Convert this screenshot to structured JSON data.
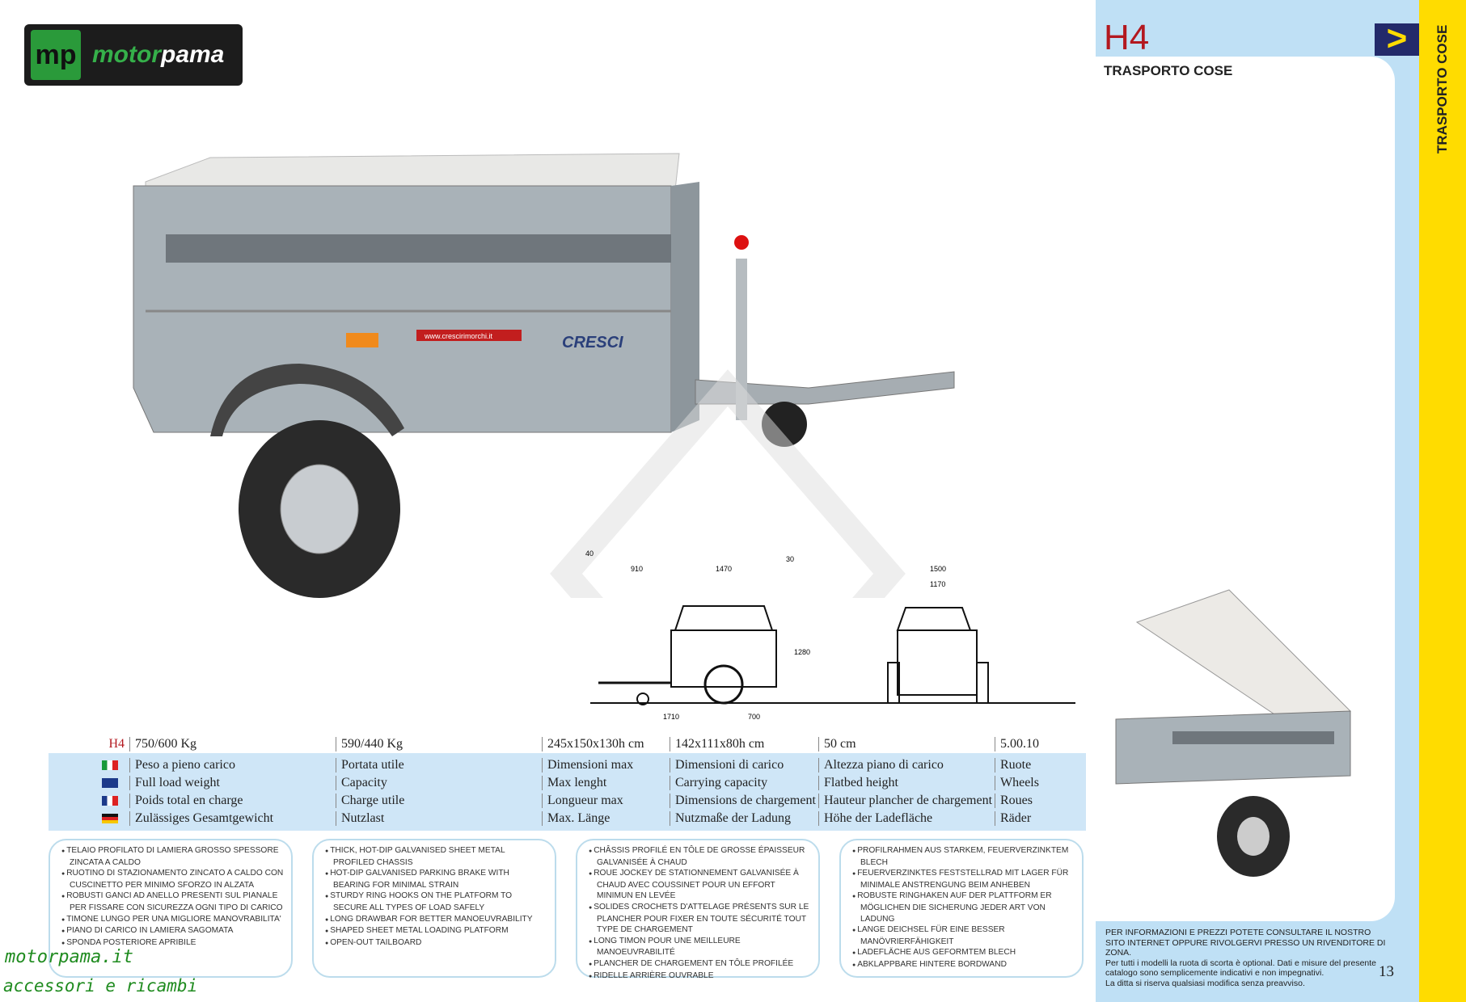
{
  "logo": {
    "text_a": "motor",
    "text_b": "pama"
  },
  "header": {
    "model": "H4",
    "category": "TRASPORTO COSE",
    "side_tab": "TRASPORTO COSE",
    "arrow": ">"
  },
  "photo": {
    "plate": "www.crescirimorchi.it",
    "brand": "CRESCI"
  },
  "drawing": {
    "dims": [
      "40",
      "910",
      "1470",
      "30",
      "1280",
      "1710",
      "700",
      "1500",
      "1170"
    ]
  },
  "spec": {
    "model": "H4",
    "values": [
      "750/600 Kg",
      "590/440 Kg",
      "245x150x130h cm",
      "142x111x80h cm",
      "50 cm",
      "5.00.10"
    ],
    "rows": [
      {
        "lang": "it",
        "cells": [
          "Peso a pieno carico",
          "Portata utile",
          "Dimensioni max",
          "Dimensioni di carico",
          "Altezza piano di carico",
          "Ruote"
        ]
      },
      {
        "lang": "en",
        "cells": [
          "Full load weight",
          "Capacity",
          "Max lenght",
          "Carrying capacity",
          "Flatbed height",
          "Wheels"
        ]
      },
      {
        "lang": "fr",
        "cells": [
          "Poids total en charge",
          "Charge utile",
          "Longueur max",
          "Dimensions de chargement",
          "Hauteur plancher de chargement",
          "Roues"
        ]
      },
      {
        "lang": "de",
        "cells": [
          "Zulässiges Gesamtgewicht",
          "Nutzlast",
          "Max. Länge",
          "Nutzmaße der Ladung",
          "Höhe der Ladefläche",
          "Räder"
        ]
      }
    ]
  },
  "features": [
    [
      "TELAIO PROFILATO DI LAMIERA GROSSO SPESSORE ZINCATA A CALDO",
      "RUOTINO DI STAZIONAMENTO ZINCATO A CALDO CON CUSCINETTO PER MINIMO SFORZO IN ALZATA",
      "ROBUSTI GANCI AD ANELLO PRESENTI SUL PIANALE PER FISSARE CON SICUREZZA OGNI TIPO DI CARICO",
      "TIMONE LUNGO PER UNA MIGLIORE MANOVRABILITA'",
      "PIANO DI CARICO IN LAMIERA SAGOMATA",
      "SPONDA POSTERIORE APRIBILE"
    ],
    [
      "THICK, HOT-DIP GALVANISED SHEET METAL PROFILED CHASSIS",
      "HOT-DIP GALVANISED PARKING BRAKE WITH BEARING FOR MINIMAL STRAIN",
      "STURDY RING HOOKS ON THE PLATFORM TO SECURE ALL TYPES OF LOAD SAFELY",
      "LONG DRAWBAR FOR BETTER MANOEUVRABILITY",
      "SHAPED SHEET METAL LOADING PLATFORM",
      "OPEN-OUT TAILBOARD"
    ],
    [
      "CHÂSSIS PROFILÉ EN TÔLE DE GROSSE ÉPAISSEUR GALVANISÉE À CHAUD",
      "ROUE JOCKEY DE STATIONNEMENT GALVANISÉE À CHAUD AVEC COUSSINET POUR UN EFFORT MINIMUN EN LEVÉE",
      "SOLIDES CROCHETS D'ATTELAGE PRÉSENTS SUR LE PLANCHER POUR FIXER EN TOUTE SÉCURITÉ TOUT TYPE DE CHARGEMENT",
      "LONG TIMON POUR UNE MEILLEURE MANOEUVRABILITÉ",
      "PLANCHER DE CHARGEMENT EN TÔLE PROFILÉE",
      "RIDELLE ARRIÈRE OUVRABLE"
    ],
    [
      "PROFILRAHMEN AUS STARKEM, FEUERVERZINKTEM BLECH",
      "FEUERVERZINKTES FESTSTELLRAD MIT LAGER FÜR MINIMALE ANSTRENGUNG BEIM ANHEBEN",
      "ROBUSTE RINGHAKEN AUF DER PLATTFORM ER MÖGLICHEN DIE SICHERUNG JEDER ART VON LADUNG",
      "LANGE DEICHSEL FÜR EINE BESSER MANÖVRIERFÄHIGKEIT",
      "LADEFLÄCHE AUS GEFORMTEM BLECH",
      "ABKLAPPBARE HINTERE BORDWAND"
    ]
  ],
  "info": {
    "lines": [
      "PER INFORMAZIONI E PREZZI POTETE CONSULTARE IL NOSTRO SITO INTERNET OPPURE RIVOLGERVI PRESSO UN RIVENDITORE DI ZONA.",
      "Per tutti i modelli la ruota di scorta è optional. Dati e misure del presente catalogo sono semplicemente indicativi e non impegnativi.",
      "La ditta si riserva qualsiasi modifica senza preavviso."
    ],
    "page": "13"
  },
  "watermark": {
    "site": "motorpama.it",
    "tagline": "accessori e ricambi"
  },
  "colors": {
    "accent": "#b3181f",
    "panel": "#bfe0f5",
    "yellow": "#ffdc00",
    "navy": "#232a6a"
  }
}
